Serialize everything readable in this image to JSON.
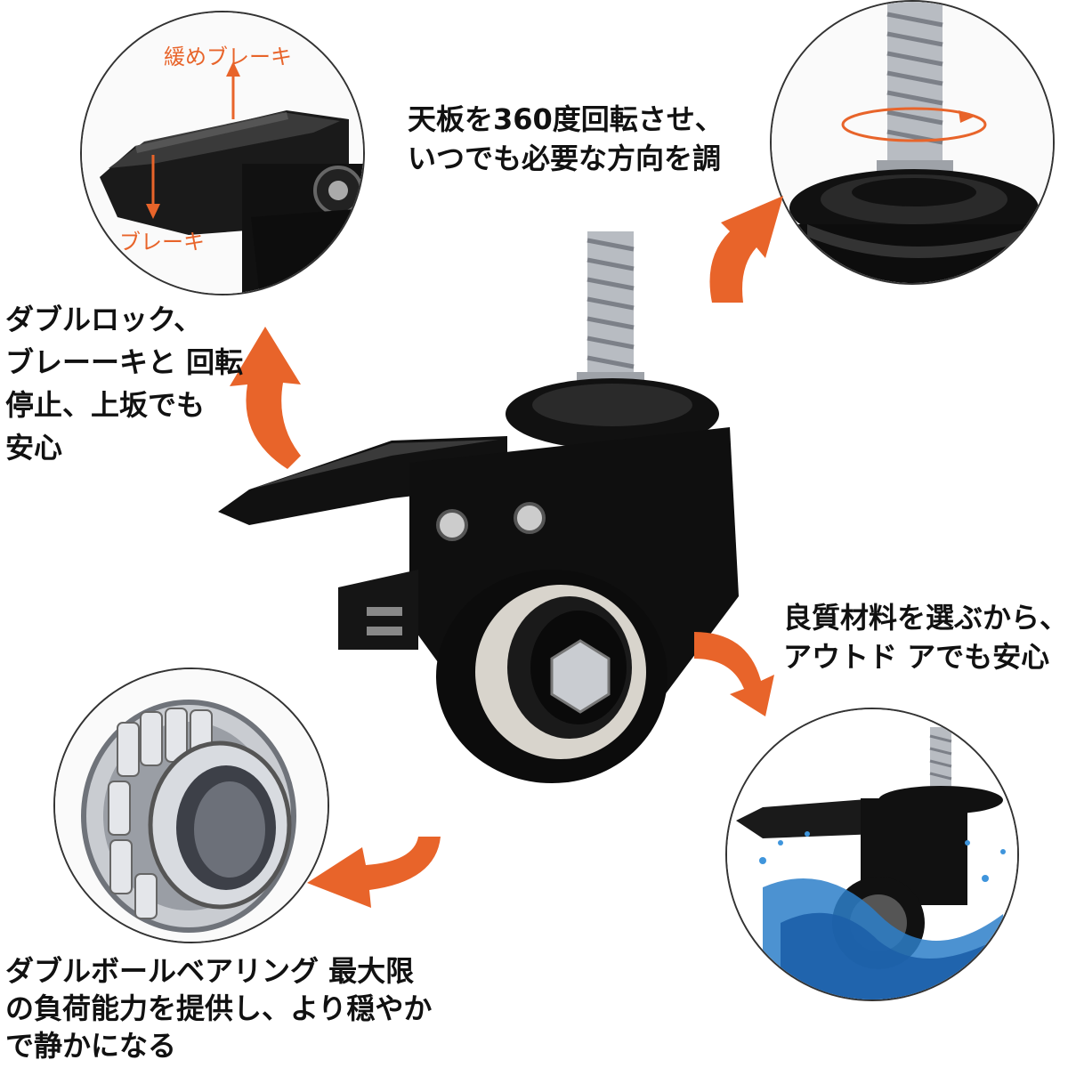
{
  "colors": {
    "accent": "#e8642a",
    "black": "#111111",
    "steel": "#b8bcc2"
  },
  "brake_callout": {
    "release_label": "緩めブレーキ",
    "brake_label": "ブレーキ"
  },
  "swivel_text": [
    "天板を360度回転させ、",
    "いつでも必要な方向を調"
  ],
  "lock_text": [
    "ダブルロック、",
    "ブレーーキと 回転",
    "停止、上坂でも",
    "安心"
  ],
  "material_text": [
    "良質材料を選ぶから、",
    "アウトド アでも安心"
  ],
  "bearing_text": [
    "ダブルボールベアリング 最大限",
    "の負荷能力を提供し、より穏やか",
    "で静かになる"
  ],
  "icons": [
    "swivel-arrow-icon",
    "curved-arrow-icon"
  ]
}
